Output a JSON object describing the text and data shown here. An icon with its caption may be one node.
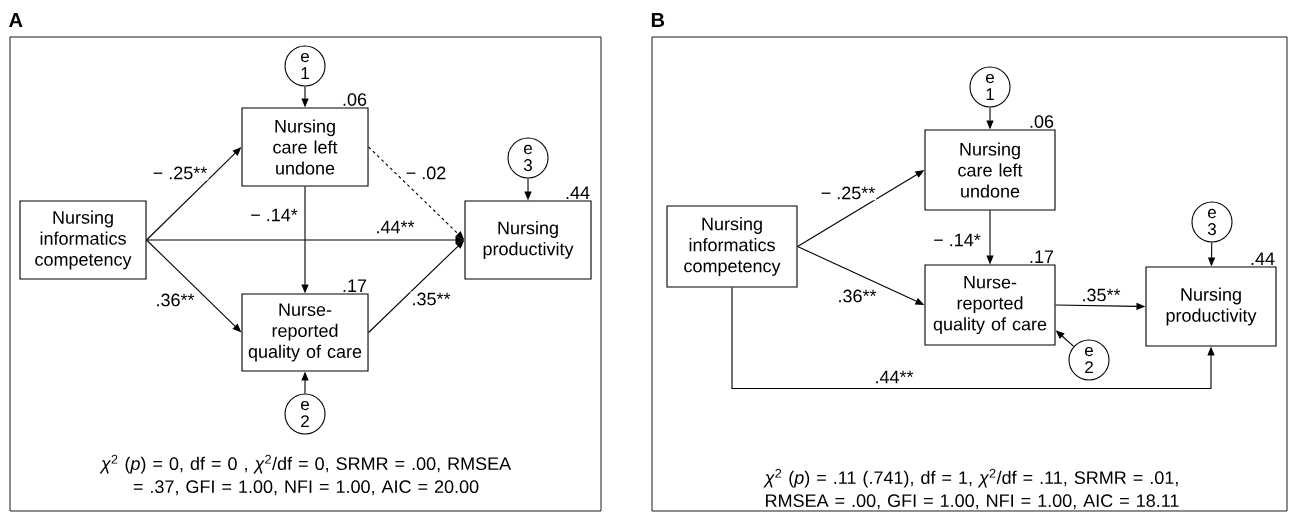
{
  "diagram": {
    "nodes": [
      {
        "text": [
          "A",
          "*χ*$^{2}$ (*p*) = 0, df = 0 , *χ*$^{2}$/df = 0, SRMR = .00, RMSEA = .37, GFI = 1.00, NFI = 1.00, AIC = 20.00"
        ]
      },
      {
        "text": [
          "Nursing informatics competency"
        ],
        "in": 0
      },
      {
        "text": [
          "Nursing care left undone"
        ],
        "in": 0,
        "beside": [
          ".06"
        ]
      },
      {
        "text": [
          "Nurse- reported quality of care"
        ],
        "in": 0,
        "beside": [
          ".17"
        ]
      },
      {
        "text": [
          "Nursing productivity"
        ],
        "in": 0,
        "beside": [
          ".44"
        ]
      },
      {
        "text": [
          "e 1"
        ],
        "in": 0
      },
      {
        "text": [
          "e 2"
        ],
        "in": 0
      },
      {
        "text": [
          "e 3"
        ],
        "in": 0
      },
      {
        "text": [
          "B",
          "*χ*$^{2}$ (*p*) = .11 (.741), df = 1, *χ*$^{2}$/df = .11, SRMR = .01, RMSEA = .00, GFI = 1.00, NFI = 1.00, AIC = 18.11"
        ]
      },
      {
        "text": [
          "Nursing informatics competency"
        ],
        "in": 8
      },
      {
        "text": [
          "Nursing care left undone"
        ],
        "in": 8,
        "beside": [
          ".06"
        ]
      },
      {
        "text": [
          "Nurse- reported quality of care"
        ],
        "in": 8,
        "beside": [
          ".17"
        ]
      },
      {
        "text": [
          "Nursing productivity"
        ],
        "in": 8,
        "beside": [
          ".44"
        ]
      },
      {
        "text": [
          "e 1"
        ],
        "in": 8
      },
      {
        "text": [
          "e 2"
        ],
        "in": 8
      },
      {
        "text": [
          "e 3"
        ],
        "in": 8
      }
    ],
    "edges": [
      {
        "from": 1,
        "to": 2,
        "arrow": "to",
        "label": "− .25**"
      },
      {
        "from": 1,
        "to": 3,
        "arrow": "to",
        "label": ".36**"
      },
      {
        "from": 1,
        "to": 4,
        "arrow": "to",
        "label": ".44**"
      },
      {
        "from": 2,
        "to": 3,
        "arrow": "to",
        "label": "− .14*"
      },
      {
        "from": 2,
        "to": 4,
        "arrow": "to",
        "label": "− .02",
        "style": "dashed"
      },
      {
        "from": 3,
        "to": 4,
        "arrow": "to",
        "label": ".35**"
      },
      {
        "from": 5,
        "to": 2,
        "arrow": "to"
      },
      {
        "from": 6,
        "to": 3,
        "arrow": "to"
      },
      {
        "from": 7,
        "to": 4,
        "arrow": "to"
      },
      {
        "from": 9,
        "to": 10,
        "arrow": "to",
        "label": "− .25**"
      },
      {
        "from": 9,
        "to": 11,
        "arrow": "to",
        "label": ".36**"
      },
      {
        "from": 10,
        "to": 11,
        "arrow": "to",
        "label": "− .14*"
      },
      {
        "from": 11,
        "to": 12,
        "arrow": "to",
        "label": ".35**"
      },
      {
        "from": 9,
        "to": 12,
        "arrow": "to",
        "label": ".44**"
      },
      {
        "from": 13,
        "to": 10,
        "arrow": "to"
      },
      {
        "from": 14,
        "to": 11,
        "arrow": "to"
      },
      {
        "from": 15,
        "to": 12,
        "arrow": "to"
      }
    ]
  }
}
